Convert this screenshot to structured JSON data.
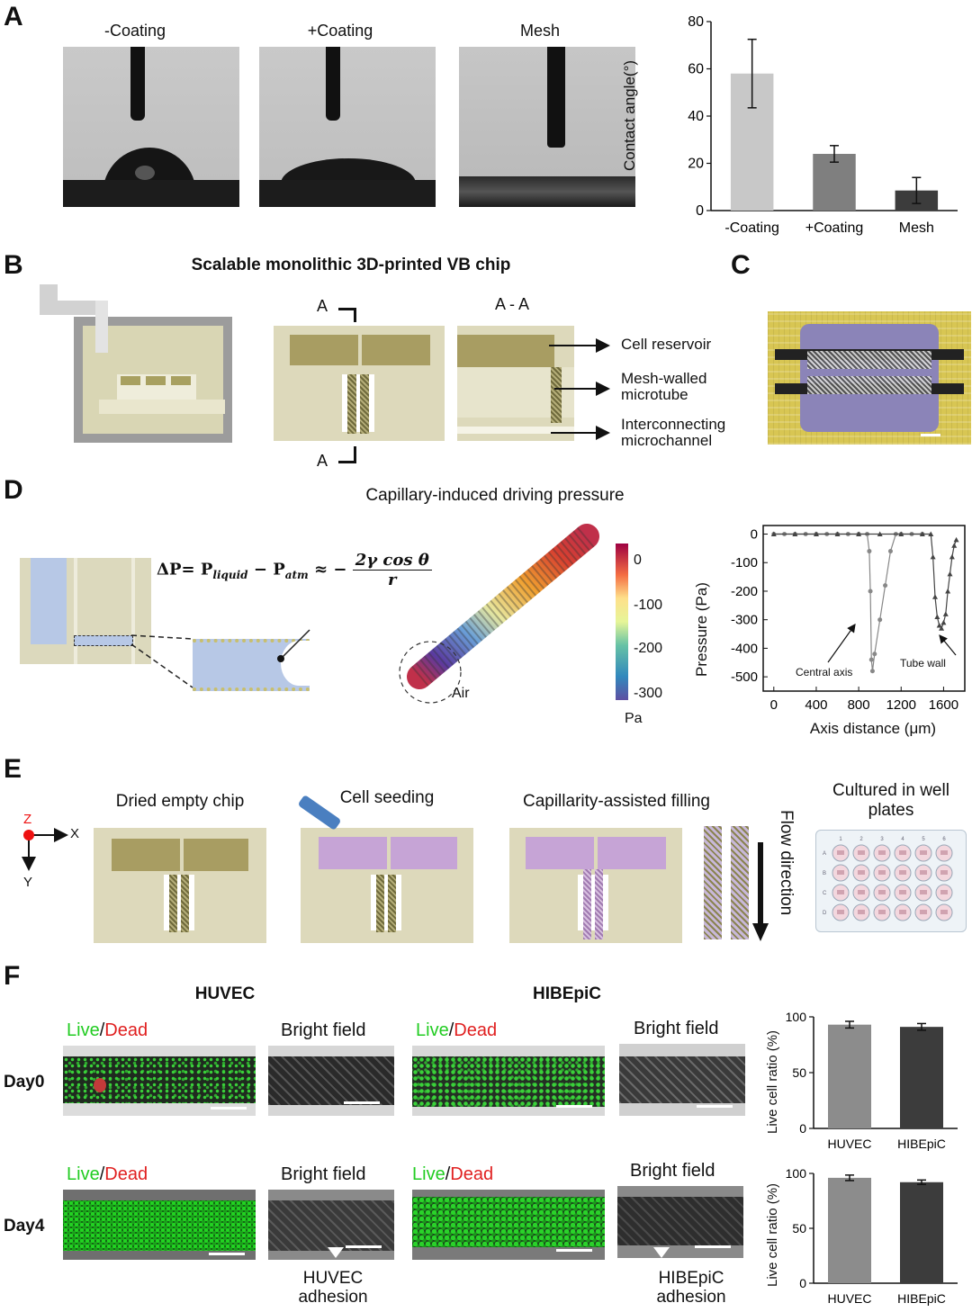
{
  "panels": {
    "a": "A",
    "b": "B",
    "c": "C",
    "d": "D",
    "e": "E",
    "f": "F"
  },
  "a": {
    "photo_titles": [
      "-Coating",
      "+Coating",
      "Mesh"
    ]
  },
  "chart_data": [
    {
      "type": "bar",
      "title": "",
      "categories": [
        "-Coating",
        "+Coating",
        "Mesh"
      ],
      "values": [
        58,
        24,
        8.5
      ],
      "errors": [
        14.5,
        3.5,
        5.5
      ],
      "colors": [
        "#c8c8c8",
        "#7f7f7f",
        "#3c3c3c"
      ],
      "ylabel": "Contact angle(°)",
      "xlabel": "",
      "ylim": [
        0,
        80
      ],
      "yticks": [
        "0",
        "20",
        "40",
        "60",
        "80"
      ]
    },
    {
      "type": "scatter",
      "title": "",
      "xlabel": "Axis distance (μm)",
      "ylabel": "Pressure (Pa)",
      "xlim": [
        -100,
        1800
      ],
      "ylim": [
        -550,
        30
      ],
      "xticks": [
        "0",
        "400",
        "800",
        "1200",
        "1600"
      ],
      "yticks": [
        "0",
        "-100",
        "-200",
        "-300",
        "-400",
        "-500"
      ],
      "series": [
        {
          "name": "Central axis",
          "marker": "circle",
          "x": [
            0,
            100,
            200,
            300,
            400,
            500,
            600,
            700,
            800,
            880,
            900,
            910,
            920,
            930,
            950,
            1000,
            1050,
            1100,
            1150,
            1200,
            1300,
            1400
          ],
          "y": [
            0,
            0,
            0,
            0,
            0,
            0,
            0,
            0,
            0,
            0,
            -60,
            -200,
            -440,
            -480,
            -420,
            -300,
            -180,
            -60,
            0,
            0,
            0,
            0
          ]
        },
        {
          "name": "Tube wall",
          "marker": "triangle",
          "x": [
            0,
            200,
            400,
            600,
            800,
            1000,
            1200,
            1400,
            1480,
            1500,
            1520,
            1540,
            1560,
            1580,
            1600,
            1620,
            1640,
            1660,
            1680,
            1700,
            1720
          ],
          "y": [
            0,
            0,
            0,
            0,
            0,
            0,
            0,
            0,
            0,
            -80,
            -220,
            -290,
            -320,
            -330,
            -310,
            -280,
            -200,
            -140,
            -80,
            -40,
            -20
          ]
        }
      ],
      "annotations": [
        "Central axis",
        "Tube wall"
      ]
    },
    {
      "type": "bar",
      "title": "",
      "categories": [
        "HUVEC",
        "HIBEpiC"
      ],
      "values": [
        93,
        91
      ],
      "errors": [
        3,
        3
      ],
      "colors": [
        "#8c8c8c",
        "#3c3c3c"
      ],
      "ylabel": "Live cell ratio (%)",
      "xlabel": "",
      "ylim": [
        0,
        100
      ],
      "yticks": [
        "0",
        "50",
        "100"
      ]
    },
    {
      "type": "bar",
      "title": "",
      "categories": [
        "HUVEC",
        "HIBEpiC"
      ],
      "values": [
        96,
        92
      ],
      "errors": [
        2.5,
        2
      ],
      "colors": [
        "#8c8c8c",
        "#3c3c3c"
      ],
      "ylabel": "Live cell ratio (%)",
      "xlabel": "",
      "ylim": [
        0,
        100
      ],
      "yticks": [
        "0",
        "50",
        "100"
      ]
    }
  ],
  "b": {
    "title": "Scalable monolithic 3D-printed VB chip",
    "section_a": "A",
    "section_aa": "A - A",
    "labels": [
      "Cell reservoir",
      "Mesh-walled",
      "microtube",
      "Interconnecting",
      "microchannel"
    ]
  },
  "d": {
    "title": "Capillary-induced driving pressure",
    "eq_lhs": "ΔP= P",
    "eq_sub1": "liquid",
    "eq_mid": " − P",
    "eq_sub2": "atm",
    "eq_approx": "≈ −",
    "eq_num": "2γ cos θ",
    "eq_den": "r",
    "air": "Air",
    "colorbar_ticks": [
      "0",
      "-100",
      "-200",
      "-300"
    ],
    "colorbar_unit": "Pa"
  },
  "e": {
    "titles": [
      "Dried empty chip",
      "Cell seeding",
      "Capillarity-assisted filling"
    ],
    "well_title_1": "Cultured in well",
    "well_title_2": "plates",
    "flow": "Flow direction",
    "axis_z": "Z",
    "axis_x": "X",
    "axis_y": "Y",
    "well_cols": [
      "1",
      "2",
      "3",
      "4",
      "5",
      "6"
    ],
    "well_rows": [
      "A",
      "B",
      "C",
      "D"
    ]
  },
  "f": {
    "groups": [
      "HUVEC",
      "HIBEpiC"
    ],
    "days": [
      "Day0",
      "Day4"
    ],
    "live": "Live",
    "slash": "/",
    "dead": "Dead",
    "bright": "Bright field",
    "adhesion_1": [
      "HUVEC",
      "adhesion"
    ],
    "adhesion_2": [
      "HIBEpiC",
      "adhesion"
    ]
  }
}
